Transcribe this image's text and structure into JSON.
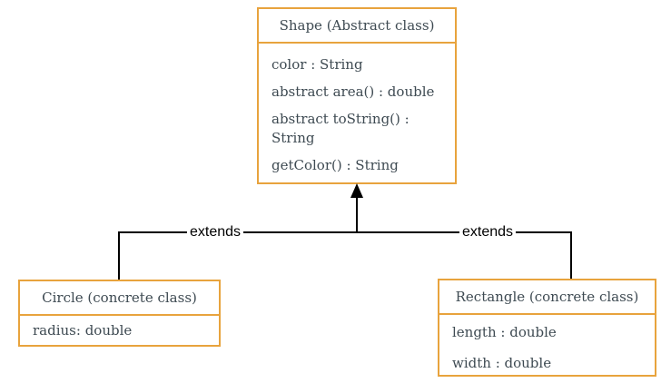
{
  "diagram": {
    "type": "uml-class-diagram",
    "classes": [
      {
        "title": "Shape (Abstract class)",
        "members": [
          "color : String",
          "abstract area() : double",
          "abstract toString() : String",
          "getColor() : String"
        ]
      },
      {
        "title": "Circle (concrete class)",
        "members": [
          "radius: double"
        ]
      },
      {
        "title": "Rectangle (concrete class)",
        "members": [
          "length : double",
          "width : double"
        ]
      }
    ],
    "edges": [
      {
        "from": "Circle (concrete class)",
        "to": "Shape (Abstract class)",
        "label": "extends"
      },
      {
        "from": "Rectangle (concrete class)",
        "to": "Shape (Abstract class)",
        "label": "extends"
      }
    ],
    "colors": {
      "box_border": "#e8a33d",
      "box_text": "#3e4a52",
      "line": "#000000",
      "background": "#ffffff"
    }
  }
}
